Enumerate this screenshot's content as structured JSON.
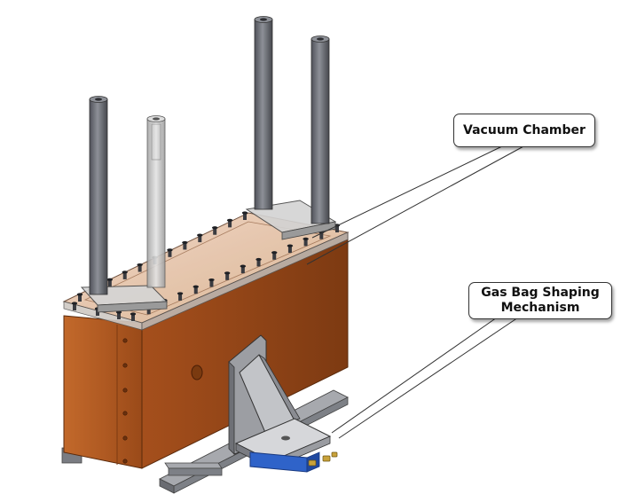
{
  "labels": {
    "vacuum_chamber": "Vacuum Chamber",
    "gas_bag_line1": "Gas Bag Shaping",
    "gas_bag_line2": "Mechanism"
  },
  "colors": {
    "chamber_front": "#b05a22",
    "chamber_side": "#8e4316",
    "chamber_top_glass": "#e0bfa5",
    "rod_gray": "#6d6f73",
    "rod_light": "#c8c8c8",
    "bracket_gray": "#8a8a8a",
    "rail_gray": "#8f9299",
    "blue_block": "#2f63c9",
    "fitting_gold": "#c9a23a"
  }
}
